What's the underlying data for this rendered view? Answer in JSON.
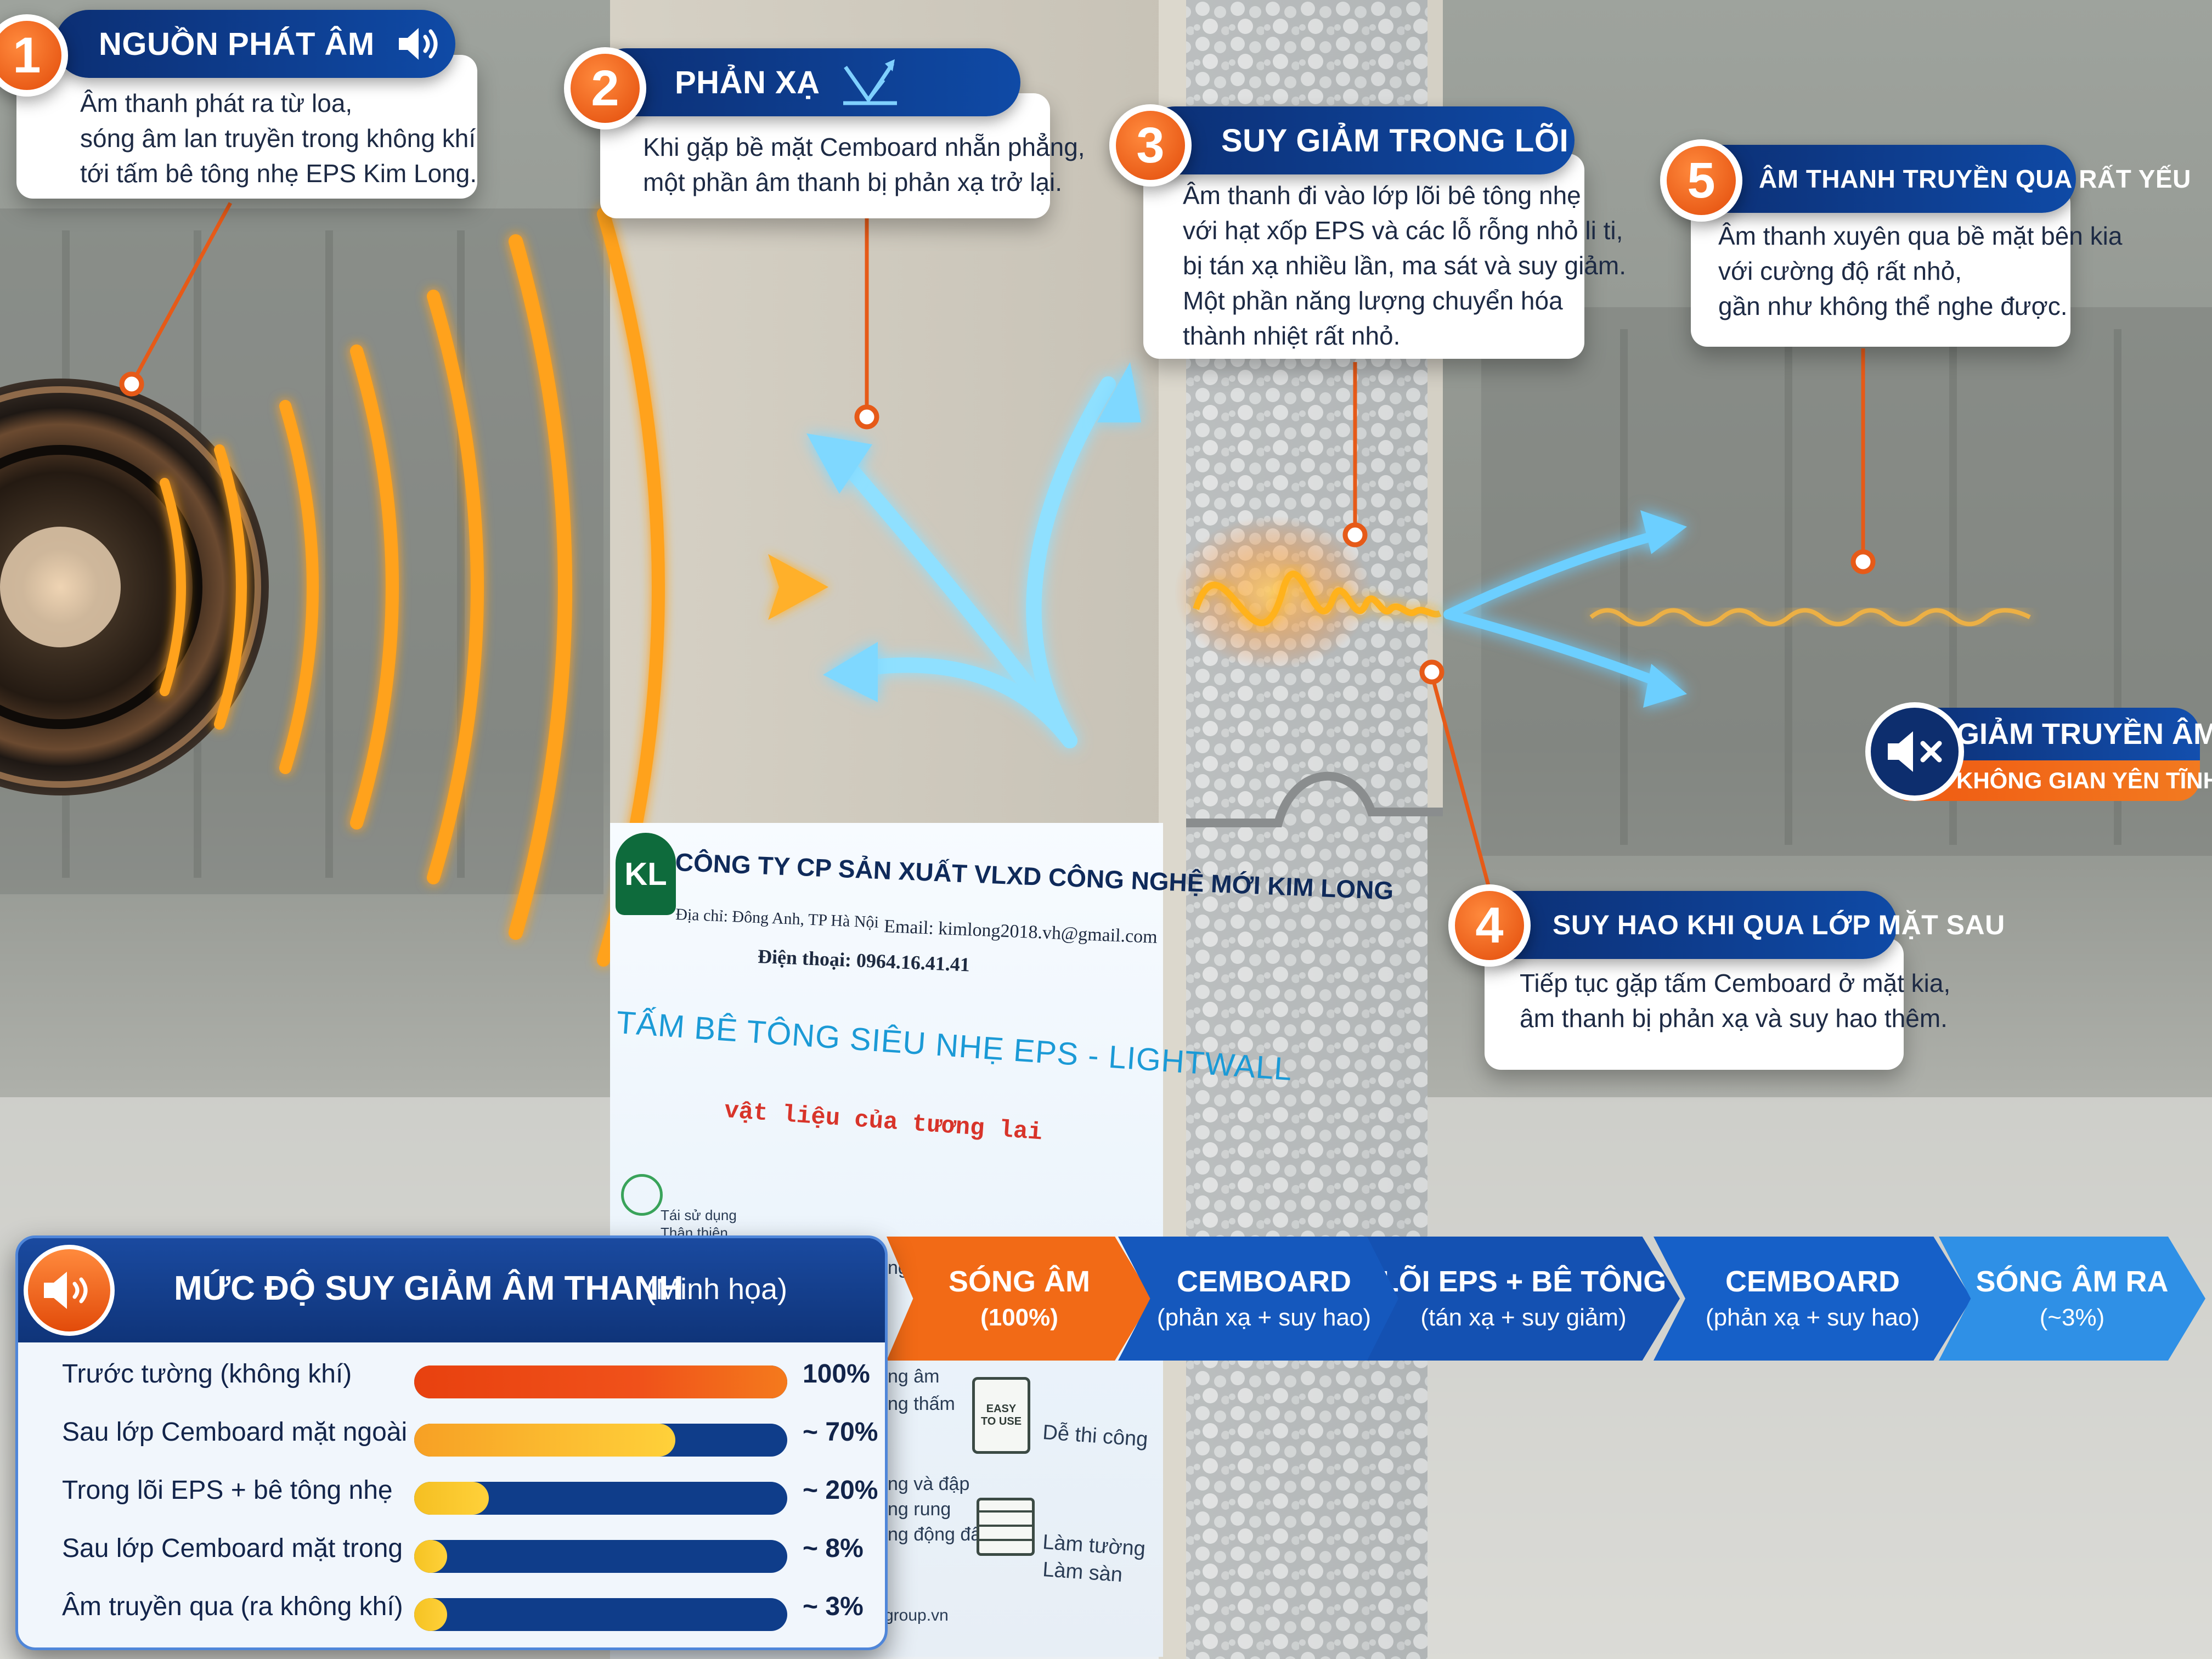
{
  "callouts": [
    {
      "number": "1",
      "title": "NGUỒN PHÁT ÂM",
      "lines": [
        "Âm thanh phát ra từ loa,",
        "sóng âm lan truyền trong không khí",
        "tới tấm bê tông nhẹ EPS Kim Long."
      ]
    },
    {
      "number": "2",
      "title": "PHẢN XẠ",
      "lines": [
        "Khi gặp bề mặt Cemboard nhẵn phẳng,",
        "một phần âm thanh bị phản xạ trở lại."
      ]
    },
    {
      "number": "3",
      "title": "SUY GIẢM TRONG LÕI",
      "lines": [
        "Âm thanh đi vào lớp lõi bê tông nhẹ",
        "với hạt xốp EPS và các lỗ rỗng nhỏ li ti,",
        "bị tán xạ nhiều lần, ma sát và suy giảm.",
        "Một phần năng lượng chuyển hóa",
        "thành nhiệt rất nhỏ."
      ]
    },
    {
      "number": "4",
      "title": "SUY HAO KHI QUA LỚP MẶT SAU",
      "lines": [
        "Tiếp tục gặp tấm Cemboard ở mặt kia,",
        "âm thanh bị phản xạ và suy hao thêm."
      ]
    },
    {
      "number": "5",
      "title": "ÂM THANH TRUYỀN QUA RẤT YẾU",
      "lines": [
        "Âm thanh xuyên qua bề mặt bên kia",
        "với cường độ rất nhỏ,",
        "gần như không thể nghe được."
      ]
    }
  ],
  "result_badge": {
    "line1": "GIẢM TRUYỀN ÂM",
    "line2": "KHÔNG GIAN YÊN TĨNH"
  },
  "product_label": {
    "logo_text": "KL",
    "company": "CÔNG TY CP SẢN XUẤT VLXD CÔNG NGHỆ MỚI KIM LONG",
    "address": "Địa chỉ: Đông Anh, TP Hà Nội",
    "email": "Email: kimlong2018.vh@gmail.com",
    "phone": "Điện thoại: 0964.16.41.41",
    "product_name": "TẤM BÊ TÔNG SIÊU NHẸ EPS - LIGHTWALL",
    "slogan": "vật liệu của tương lai",
    "feature_1": "Tái sử dụng",
    "feature_1b": "Thân thiện",
    "feature_2": "Dễ thi công",
    "feature_3a": "Làm tường",
    "feature_3b": "Làm sàn",
    "easy_stamp_1": "EASY",
    "easy_stamp_2": "TO USE",
    "frag_1": "ng lượ",
    "frag_2": "ng âm",
    "frag_3": "ng thấm",
    "frag_4": "ng và đập",
    "frag_5": "ng rung",
    "frag_6": "ng động đất",
    "frag_7": "group.vn"
  },
  "attenuation": {
    "title": "MỨC ĐỘ SUY GIẢM ÂM THANH",
    "subtitle": "(Minh họa)",
    "rows": [
      {
        "label": "Trước tường (không khí)",
        "display": "100%",
        "percent": 100,
        "color": "#f0511a"
      },
      {
        "label": "Sau lớp Cemboard mặt ngoài",
        "display": "~ 70%",
        "percent": 70,
        "color": "#f7a024"
      },
      {
        "label": "Trong lõi EPS + bê tông nhẹ",
        "display": "~ 20%",
        "percent": 20,
        "color": "#f5bf22"
      },
      {
        "label": "Sau lớp Cemboard mặt trong",
        "display": "~ 8%",
        "percent": 8,
        "color": "#f5c323"
      },
      {
        "label": "Âm truyền qua (ra không khí)",
        "display": "~ 3%",
        "percent": 3,
        "color": "#f5c323"
      }
    ]
  },
  "flow": [
    {
      "line1": "SÓNG ÂM",
      "line2": "(100%)",
      "color": "#f26a16"
    },
    {
      "line1": "CEMBOARD",
      "line2": "(phản xạ + suy hao)",
      "color": "#1558bd"
    },
    {
      "line1": "LÕI EPS + BÊ TÔNG",
      "line2": "(tán xạ + suy giảm)",
      "color": "#1451b2"
    },
    {
      "line1": "CEMBOARD",
      "line2": "(phản xạ + suy hao)",
      "color": "#1660c8"
    },
    {
      "line1": "SÓNG ÂM RA",
      "line2": "(~3%)",
      "color": "#2f90e6"
    }
  ],
  "colors": {
    "brand_blue": "#0f3a86",
    "accent_orange": "#f26a16",
    "reflect_blue": "#47b8ff",
    "wave_orange": "#ffa21e"
  },
  "icons": {
    "speaker": "speaker-icon",
    "volume": "volume-icon",
    "reflect": "reflect-icon",
    "pulse": "pulse-icon",
    "mute": "mute-icon"
  }
}
